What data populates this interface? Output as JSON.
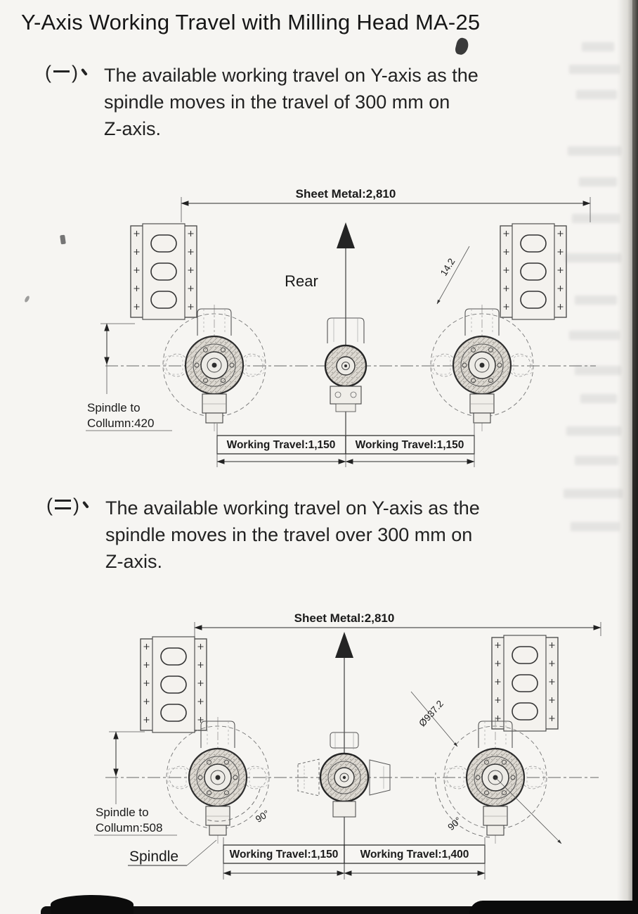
{
  "title": "Y-Axis Working Travel with Milling Head MA-25",
  "section1": {
    "numbering": "(一)、",
    "numbering_open": "(",
    "numbering_close": ")",
    "lines": [
      "The available working travel on Y-axis as the",
      "spindle moves in the travel of 300 mm on",
      "Z-axis."
    ]
  },
  "section2": {
    "numbering": "(二)、",
    "numbering_open": "(",
    "numbering_close": ")",
    "lines": [
      "The available working travel on Y-axis as the",
      "spindle moves in the travel over 300 mm on",
      "Z-axis."
    ]
  },
  "diagram1": {
    "sheet_metal_label": "Sheet Metal:2,810",
    "rear_label": "Rear",
    "angle_dim_label": "14.2",
    "spindle_to_column": [
      "Spindle to",
      "Collumn:420"
    ],
    "working_travel_left": "Working Travel:1,150",
    "working_travel_right": "Working Travel:1,150"
  },
  "diagram2": {
    "sheet_metal_label": "Sheet Metal:2,810",
    "diameter_dim_label": "Ø937.2",
    "angle_left_label": "90°",
    "angle_right_label": "90°",
    "spindle_to_column": [
      "Spindle to",
      "Collumn:508"
    ],
    "spindle_label": "Spindle",
    "working_travel_left": "Working Travel:1,150",
    "working_travel_right": "Working Travel:1,400"
  }
}
